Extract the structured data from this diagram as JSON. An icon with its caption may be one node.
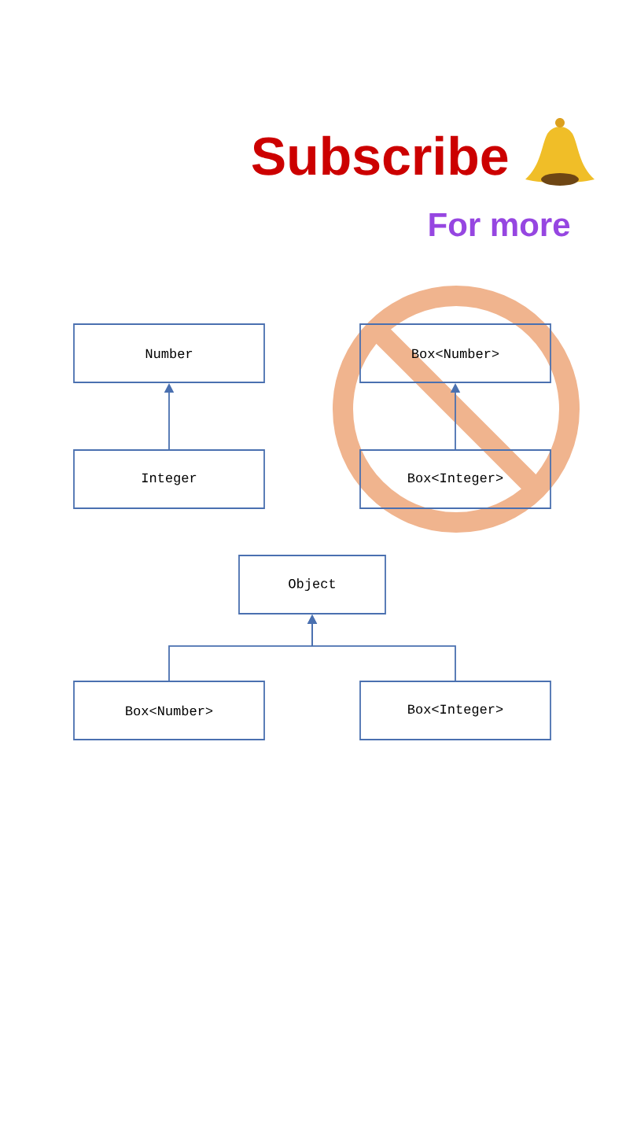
{
  "diagram": {
    "nodes": [
      {
        "text": [
          "Number"
        ]
      },
      {
        "text": [
          "Integer"
        ]
      },
      {
        "text": [
          "Box<Number>"
        ]
      },
      {
        "text": [
          "Box<Integer>"
        ]
      },
      {
        "text": [
          "Object"
        ]
      },
      {
        "text": [
          "Box<Number>"
        ]
      },
      {
        "text": [
          "Box<Integer>"
        ]
      }
    ],
    "edges": [
      {
        "from": 1,
        "to": 0,
        "arrow": "to"
      },
      {
        "from": 3,
        "to": 2,
        "arrow": "to"
      },
      {
        "from": 5,
        "to": 4,
        "arrow": "to"
      },
      {
        "from": 6,
        "to": 4,
        "arrow": "to"
      }
    ],
    "labels": [
      "Subscribe",
      "For more"
    ]
  }
}
